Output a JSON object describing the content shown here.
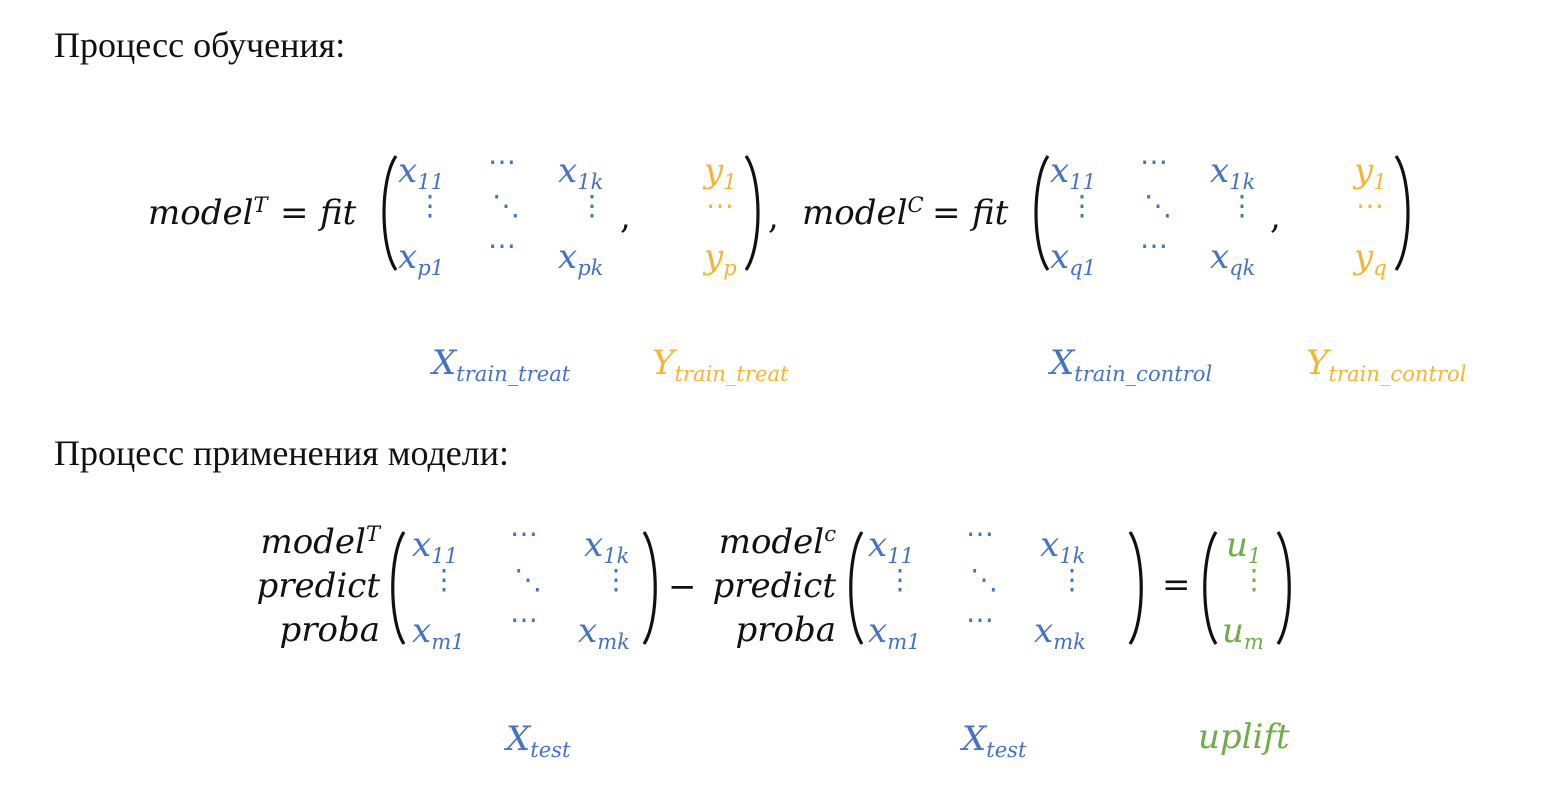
{
  "headings": {
    "training": "Процесс обучения:",
    "application": "Процесс применения модели:"
  },
  "training": {
    "model_word": "model",
    "treat_sup": "T",
    "control_sup": "C",
    "equals": "=",
    "fit": "fit",
    "separator": ",",
    "comma": ",",
    "treat_matrix": {
      "x_top_left": {
        "base": "x",
        "sub": "11"
      },
      "x_top_right": {
        "base": "x",
        "sub": "1k"
      },
      "x_bottom_left": {
        "base": "x",
        "sub": "p1"
      },
      "x_bottom_right": {
        "base": "x",
        "sub": "pk"
      },
      "y_top": {
        "base": "y",
        "sub": "1"
      },
      "y_bottom": {
        "base": "y",
        "sub": "p"
      }
    },
    "control_matrix": {
      "x_top_left": {
        "base": "x",
        "sub": "11"
      },
      "x_top_right": {
        "base": "x",
        "sub": "1k"
      },
      "x_bottom_left": {
        "base": "x",
        "sub": "q1"
      },
      "x_bottom_right": {
        "base": "x",
        "sub": "qk"
      },
      "y_top": {
        "base": "y",
        "sub": "1"
      },
      "y_bottom": {
        "base": "y",
        "sub": "q"
      }
    },
    "labels": {
      "x_treat": {
        "base": "X",
        "sub": "train_treat"
      },
      "y_treat": {
        "base": "Y",
        "sub": "train_treat"
      },
      "x_control": {
        "base": "X",
        "sub": "train_control"
      },
      "y_control": {
        "base": "Y",
        "sub": "train_control"
      }
    }
  },
  "application": {
    "model_word": "model",
    "treat_sup": "T",
    "control_sup": "c",
    "predict": "predict",
    "proba": "proba",
    "minus": "−",
    "equals": "=",
    "matrix": {
      "x_top_left": {
        "base": "x",
        "sub": "11"
      },
      "x_top_right": {
        "base": "x",
        "sub": "1k"
      },
      "x_bottom_left": {
        "base": "x",
        "sub": "m1"
      },
      "x_bottom_right": {
        "base": "x",
        "sub": "mk"
      }
    },
    "result": {
      "u_top": {
        "base": "u",
        "sub": "1"
      },
      "u_bottom": {
        "base": "u",
        "sub": "m"
      }
    },
    "labels": {
      "x_test_left": {
        "base": "X",
        "sub": "test"
      },
      "x_test_right": {
        "base": "X",
        "sub": "test"
      },
      "uplift": "uplift"
    }
  },
  "colors": {
    "features": "#4473c5",
    "target": "#f2b632",
    "uplift": "#70ad47",
    "text": "#111111"
  }
}
